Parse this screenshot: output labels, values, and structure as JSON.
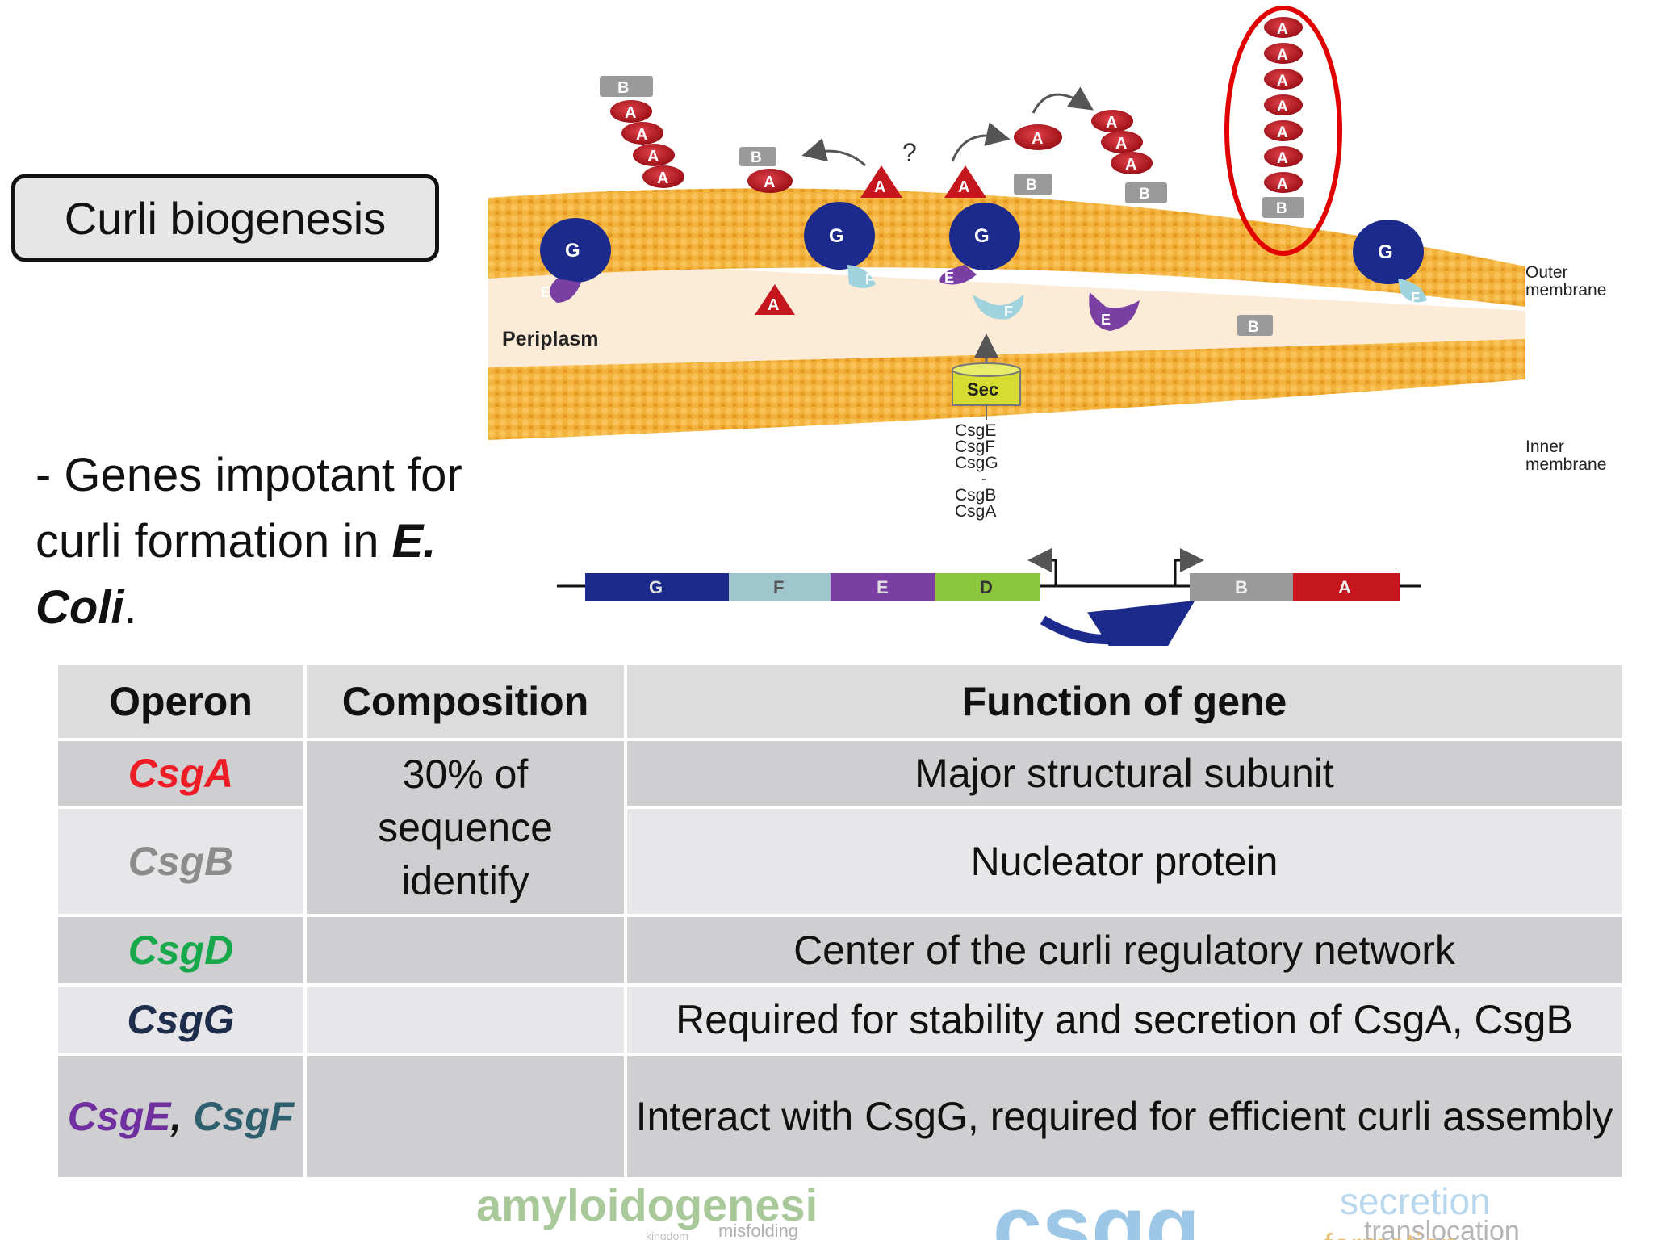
{
  "title": "Curli biogenesis",
  "bullet": {
    "prefix": "- Genes impotant for curli formation in ",
    "organism": "E. Coli",
    "suffix": "."
  },
  "diagram": {
    "periplasm": "Periplasm",
    "outer_membrane": [
      "Outer",
      "membrane"
    ],
    "inner_membrane": [
      "Inner",
      "membrane"
    ],
    "sec": "Sec",
    "question": "?",
    "sec_genes": [
      "CsgE",
      "CsgF",
      "CsgG",
      "-",
      "CsgB",
      "CsgA"
    ],
    "letters": {
      "a": "A",
      "b": "B",
      "e": "E",
      "f": "F",
      "g": "G"
    },
    "operon_left": [
      "G",
      "F",
      "E",
      "D"
    ],
    "operon_right": [
      "B",
      "A"
    ],
    "colors": {
      "csgA": "#c4161c",
      "csgB": "#9a9a9a",
      "csgG": "#1c2a8c",
      "csgE": "#7a3fa3",
      "csgF": "#9fd4de",
      "csgD": "#8cc63f",
      "membrane": "#f3b23c",
      "sec": "#d6dc32",
      "highlight": "#e00000"
    }
  },
  "table": {
    "headers": [
      "Operon",
      "Composition",
      "Function of gene"
    ],
    "composition_shared": "30% of sequence identify",
    "rows": [
      {
        "operon": "CsgA",
        "color": "#ee1c25",
        "function": "Major structural subunit"
      },
      {
        "operon": "CsgB",
        "color": "#8c8c8c",
        "function": "Nucleator protein"
      },
      {
        "operon": "CsgD",
        "color": "#17a84b",
        "function": "Center of the curli regulatory network"
      },
      {
        "operon": "CsgG",
        "color": "#1f2d4d",
        "function": "Required for stability and secretion of CsgA, CsgB"
      },
      {
        "operon_e": "CsgE",
        "sep": ",",
        "operon_f": "CsgF",
        "color_e": "#7030a0",
        "color_f": "#2e5f6e",
        "function": "Interact with CsgG, required for efficient curli assembly"
      }
    ]
  },
  "wordcloud": [
    "amyloidogenesi",
    "csgg",
    "secretion",
    "translocation",
    "formation",
    "misfolding",
    "kingdom"
  ]
}
